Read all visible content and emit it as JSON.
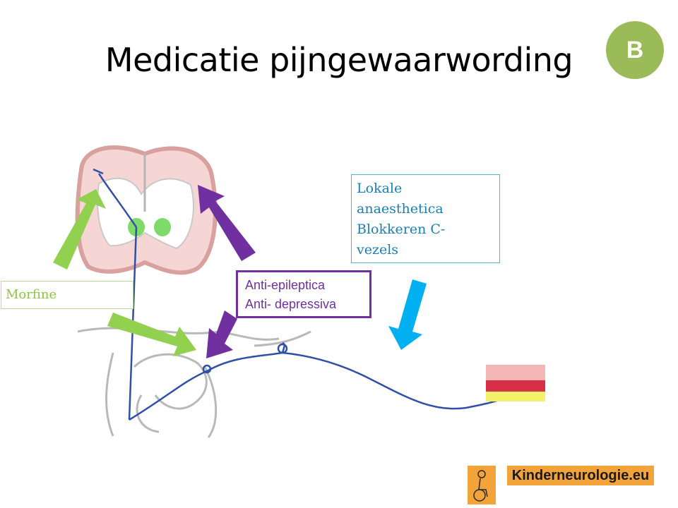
{
  "title": "Medicatie pijngewaarwording",
  "badge": "B",
  "labels": {
    "morfine": "Morfine",
    "lokale": "Lokale\nanaesthetica\nBlokkeren C-\nvezels",
    "anti": "Anti-epileptica\nAnti- depressiva"
  },
  "logo": {
    "text": "Kinderneurologie.eu",
    "icon": "wheelchair-child-icon"
  },
  "colors": {
    "badge": "#9bbb59",
    "morfine_arrow": "#92d050",
    "anti_arrow": "#7030a0",
    "lokale_arrow": "#00b0f0",
    "nerve": "#2f4fa8",
    "cortex": "#e8a0a0",
    "logo": "#f2a33a"
  }
}
